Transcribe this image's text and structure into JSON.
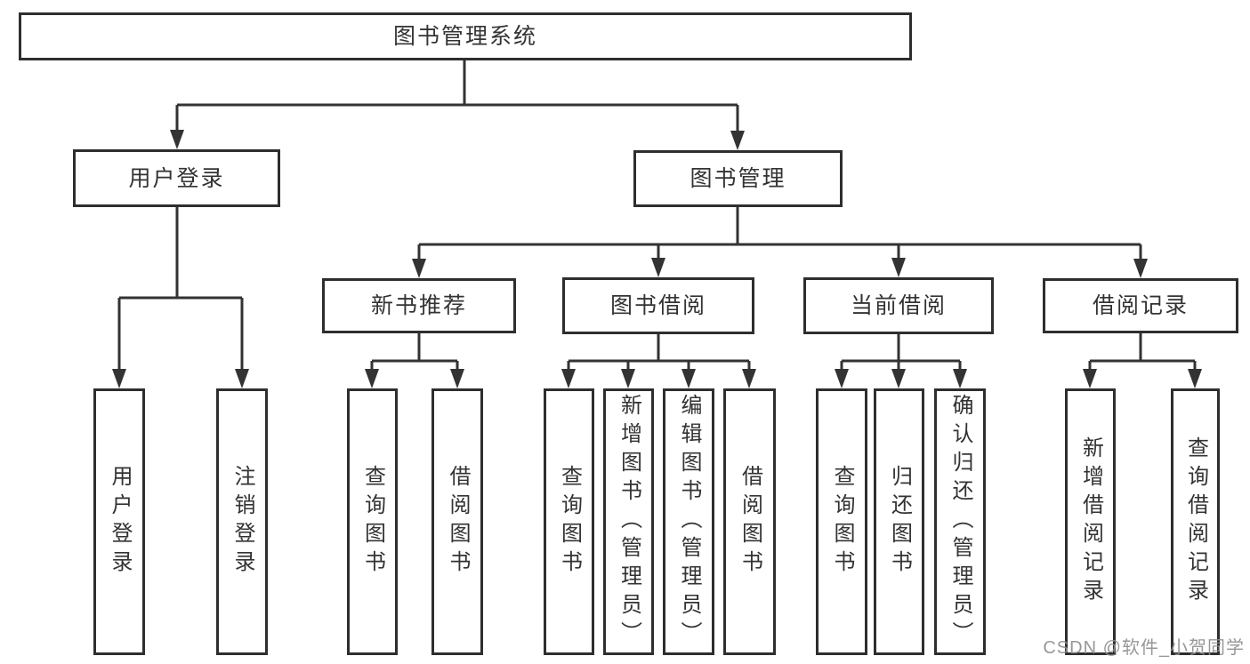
{
  "title": "图书管理系统",
  "watermark": "CSDN @软件_小贺同学",
  "colors": {
    "line": "#333333",
    "box_border": "#2e2e2e",
    "text": "#333333",
    "watermark": "#919191",
    "background": "#ffffff"
  },
  "tree": {
    "label": "图书管理系统",
    "children": [
      {
        "label": "用户登录",
        "children": [
          {
            "label": "用户登录"
          },
          {
            "label": "注销登录"
          }
        ]
      },
      {
        "label": "图书管理",
        "children": [
          {
            "label": "新书推荐",
            "children": [
              {
                "label": "查询图书"
              },
              {
                "label": "借阅图书"
              }
            ]
          },
          {
            "label": "图书借阅",
            "children": [
              {
                "label": "查询图书"
              },
              {
                "label": "新增图书（管理员）"
              },
              {
                "label": "编辑图书（管理员）"
              },
              {
                "label": "借阅图书"
              }
            ]
          },
          {
            "label": "当前借阅",
            "children": [
              {
                "label": "查询图书"
              },
              {
                "label": "归还图书"
              },
              {
                "label": "确认归还（管理员）"
              }
            ]
          },
          {
            "label": "借阅记录",
            "children": [
              {
                "label": "新增借阅记录"
              },
              {
                "label": "查询借阅记录"
              }
            ]
          }
        ]
      }
    ]
  }
}
